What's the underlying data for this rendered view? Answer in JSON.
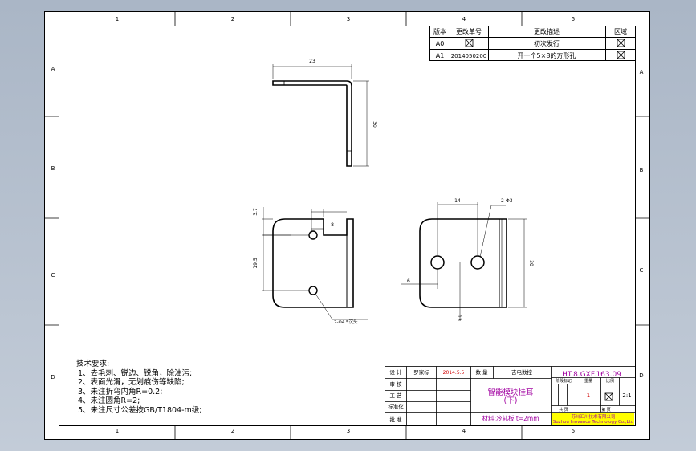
{
  "zone_cols": [
    "1",
    "2",
    "3",
    "4",
    "5"
  ],
  "zone_rows": [
    "A",
    "B",
    "C",
    "D"
  ],
  "revision_table": {
    "headers": [
      "版本",
      "更改单号",
      "更改描述",
      "区域"
    ],
    "rows": [
      {
        "version": "A0",
        "ecn": "",
        "desc": "初次发行",
        "area": ""
      },
      {
        "version": "A1",
        "ecn": "2014050200",
        "desc": "开一个5×8的方形孔",
        "area": ""
      }
    ]
  },
  "dims": {
    "top_width": "23",
    "top_height": "30",
    "left_top": "3.7",
    "left_slot": "8",
    "left_span": "19.5",
    "left_hole_note": "2-Φ4.5沉头",
    "right_width": "14",
    "right_hole_note": "2-Φ3",
    "right_height": "30",
    "right_offset": "6",
    "right_bottom": "13"
  },
  "notes": {
    "title": "技术要求:",
    "items": [
      "1、去毛刺、锐边、锐角，除油污;",
      "2、表面光滑，无划痕伤等缺陷;",
      "3、未注折弯内角R=0.2;",
      "4、未注圆角R=2;",
      "5、未注尺寸公差按GB/T1804-m级;"
    ]
  },
  "title_block": {
    "row_labels": [
      "设 计",
      "审 核",
      "工 艺",
      "标准化",
      "批 准"
    ],
    "designer": "罗家标",
    "date": "2014.5.5",
    "qty_label": "数 量",
    "qty_value": "吉电数控",
    "part_name": "智能模块挂耳\n(下)",
    "material": "材料:冷轧板 t=2mm",
    "drawing_no": "HT.8.GXF.163.09",
    "stage_label": "阶段标记",
    "weight_label": "重量",
    "scale_label": "比例",
    "scale": "2:1",
    "sheet_total": "共   页",
    "sheet_no": "第   页",
    "stage_value": "1",
    "company": "苏州汇川技术有限公司\nSuzhou Inovance Technology Co.,Ltd"
  },
  "colors": {
    "line": "#000000",
    "accent": "#a000a0",
    "highlight": "#ffff00",
    "red": "#d00000"
  }
}
